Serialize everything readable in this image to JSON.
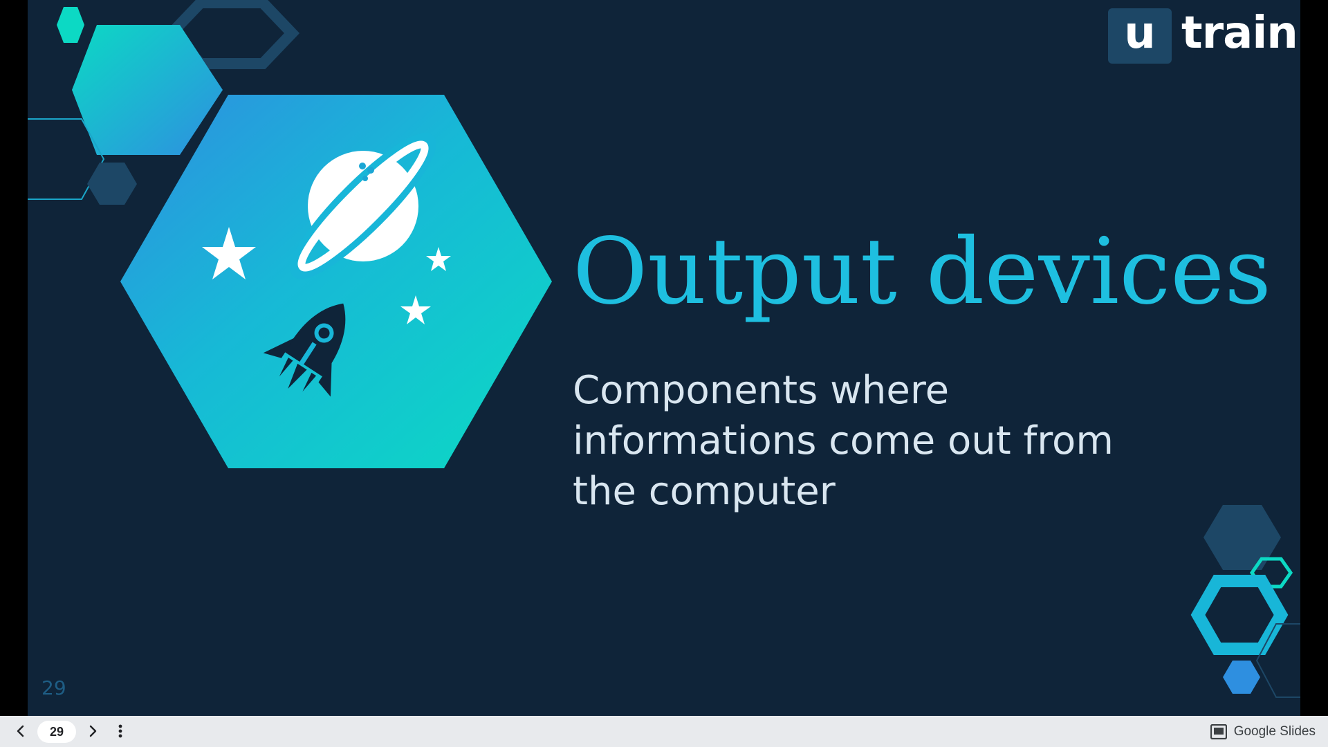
{
  "slide": {
    "title": "Output devices",
    "body": "Components where informations come out from the computer",
    "number": "29",
    "logo": {
      "badge_letter": "u",
      "word": "train"
    },
    "illustration_icons": [
      "planet-icon",
      "star-icon",
      "rocket-icon"
    ]
  },
  "toolbar": {
    "current_page": "29",
    "prev_icon": "chevron-left-icon",
    "next_icon": "chevron-right-icon",
    "more_icon": "more-vert-icon",
    "brand_label": "Google Slides",
    "brand_icon": "slides-icon"
  },
  "colors": {
    "slide_background": "#0f2439",
    "title": "#1ebfe0",
    "body_text": "#d9e6f0",
    "teal_accent": "#0cd9c4",
    "blue_accent": "#2e8fe0",
    "dark_hex": "#1d4766",
    "toolbar_background": "#e8eaed"
  }
}
